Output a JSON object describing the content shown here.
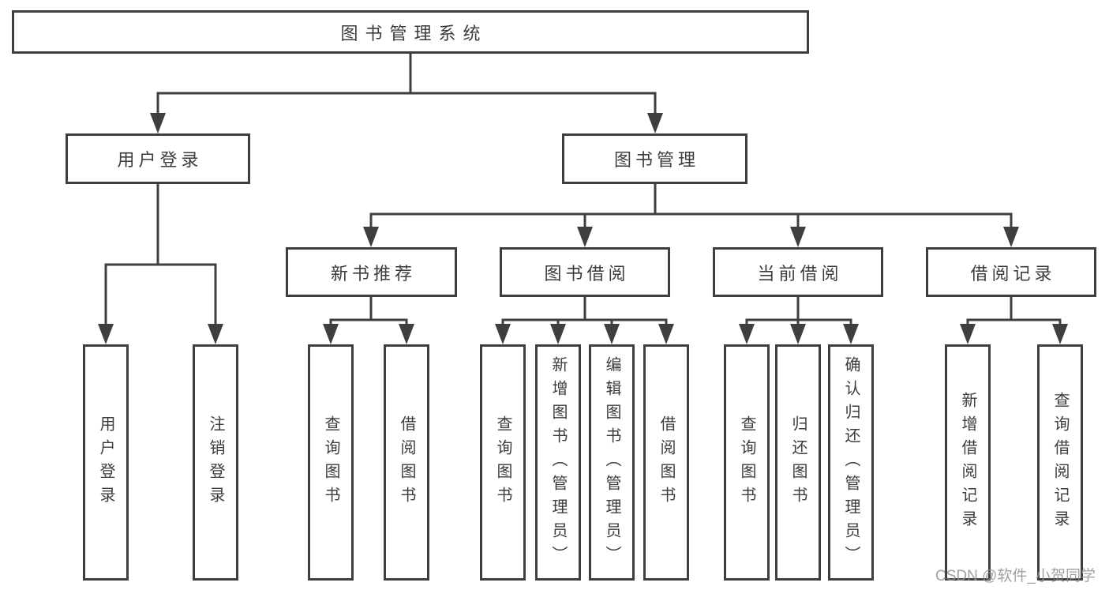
{
  "title": "图书管理系统",
  "level2": {
    "user_login": "用户登录",
    "book_management": "图书管理"
  },
  "user_login_children": [
    "用户登录",
    "注销登录"
  ],
  "level3": [
    "新书推荐",
    "图书借阅",
    "当前借阅",
    "借阅记录"
  ],
  "new_book_children": [
    "查询图书",
    "借阅图书"
  ],
  "book_borrow_children": [
    "查询图书",
    "新增图书（管理员）",
    "编辑图书（管理员）",
    "借阅图书"
  ],
  "current_borrow_children": [
    "查询图书",
    "归还图书",
    "确认归还（管理员）"
  ],
  "borrow_record_children": [
    "新增借阅记录",
    "查询借阅记录"
  ],
  "watermark": "CSDN @软件_小贺同学",
  "colors": {
    "line": "#3f3f3f",
    "text": "#3c3c3c",
    "box_background": "#ffffff",
    "watermark": "#919191"
  }
}
